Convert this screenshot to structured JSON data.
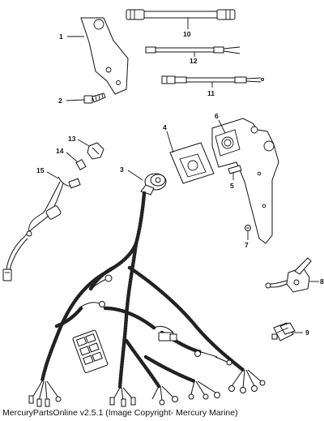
{
  "callouts": {
    "c1": "1",
    "c2": "2",
    "c3": "3",
    "c4": "4",
    "c5": "5",
    "c6": "6",
    "c7": "7",
    "c8": "8",
    "c9": "9",
    "c10": "10",
    "c11": "11",
    "c12": "12",
    "c13": "13",
    "c14": "14",
    "c15": "15"
  },
  "footer": {
    "text": "MercuryPartsOnline v2.5.1 (Image Copyright- Mercury Marine)"
  }
}
